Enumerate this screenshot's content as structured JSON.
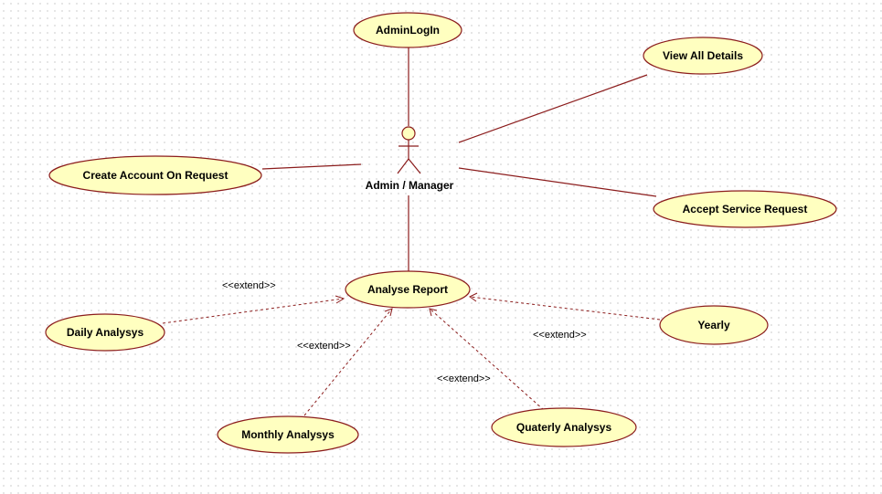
{
  "actor": {
    "name": "Admin / Manager"
  },
  "use_cases": {
    "admin_login": "AdminLogIn",
    "view_all_details": "View All Details",
    "create_account": "Create Account On Request",
    "accept_service_request": "Accept Service Request",
    "analyse_report": "Analyse Report",
    "daily": "Daily Analysys",
    "monthly": "Monthly Analysys",
    "quarterly": "Quaterly Analysys",
    "yearly": "Yearly"
  },
  "stereotypes": {
    "daily": "<<extend>>",
    "monthly": "<<extend>>",
    "quarterly": "<<extend>>",
    "yearly": "<<extend>>"
  },
  "colors": {
    "use_case_fill": "#ffffc0",
    "line": "#8b1c1c"
  }
}
